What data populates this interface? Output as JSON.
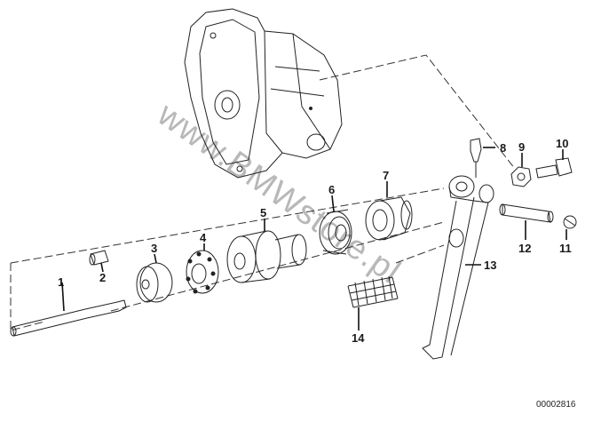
{
  "diagram": {
    "reference_number": "00002816",
    "watermark": "www.BMWstore.pl",
    "part_labels": [
      "1",
      "2",
      "3",
      "4",
      "5",
      "6",
      "7",
      "8",
      "9",
      "10",
      "11",
      "12",
      "13",
      "14"
    ]
  }
}
